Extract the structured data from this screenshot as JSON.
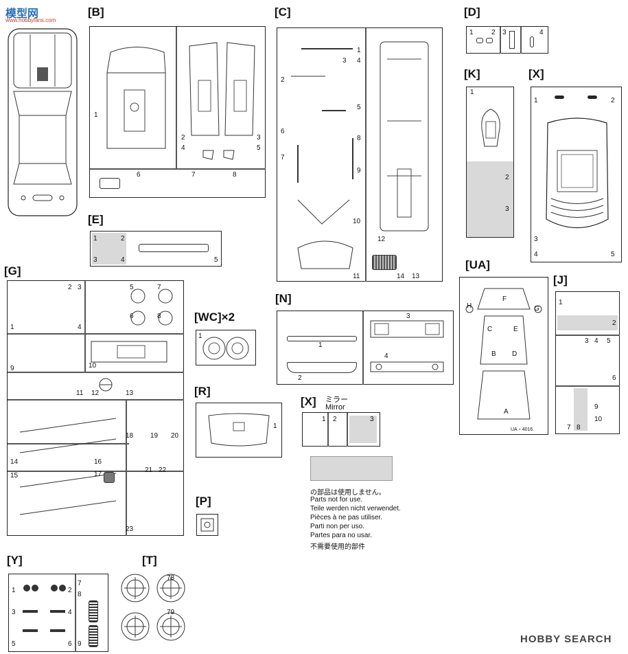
{
  "watermark_top": {
    "text": "模型网",
    "url": "www.hobbyfans.com"
  },
  "watermark_bottom": "HOBBY SEARCH",
  "sprues": {
    "B": {
      "label": "[B]",
      "parts": [
        "1",
        "2",
        "3",
        "4",
        "5",
        "6",
        "7",
        "8"
      ]
    },
    "C": {
      "label": "[C]",
      "parts": [
        "1",
        "2",
        "3",
        "4",
        "5",
        "6",
        "7",
        "8",
        "9",
        "10",
        "11",
        "12",
        "13",
        "14"
      ]
    },
    "D": {
      "label": "[D]",
      "parts": [
        "1",
        "2",
        "3",
        "4"
      ]
    },
    "K": {
      "label": "[K]",
      "parts": [
        "1",
        "2",
        "3"
      ]
    },
    "X": {
      "label": "[X]",
      "parts": [
        "1",
        "2",
        "3",
        "4",
        "5"
      ]
    },
    "E": {
      "label": "[E]",
      "parts": [
        "1",
        "2",
        "3",
        "4",
        "5"
      ]
    },
    "G": {
      "label": "[G]",
      "parts": [
        "1",
        "2",
        "3",
        "4",
        "5",
        "6",
        "7",
        "8",
        "9",
        "10",
        "11",
        "12",
        "13",
        "14",
        "15",
        "16",
        "17",
        "18",
        "19",
        "20",
        "21",
        "22",
        "23"
      ]
    },
    "WC": {
      "label": "[WC]×2",
      "parts": [
        "1"
      ]
    },
    "N": {
      "label": "[N]",
      "parts": [
        "1",
        "2",
        "3",
        "4"
      ]
    },
    "UA": {
      "label": "[UA]",
      "parts": [
        "A",
        "B",
        "C",
        "D",
        "E",
        "F",
        "G",
        "H"
      ]
    },
    "J": {
      "label": "[J]",
      "parts": [
        "1",
        "2",
        "3",
        "4",
        "5",
        "6",
        "7",
        "8",
        "9",
        "10"
      ]
    },
    "R": {
      "label": "[R]",
      "parts": [
        "1"
      ]
    },
    "X2": {
      "label": "[X]",
      "subtitle_jp": "ミラー",
      "subtitle_en": "Mirror",
      "parts": [
        "1",
        "2",
        "3"
      ]
    },
    "P": {
      "label": "[P]"
    },
    "Y": {
      "label": "[Y]",
      "parts": [
        "1",
        "2",
        "3",
        "4",
        "5",
        "6",
        "7",
        "8",
        "9"
      ]
    },
    "T": {
      "label": "[T]",
      "parts": [
        "78",
        "79"
      ]
    }
  },
  "not_used_notes": [
    "の部品は使用しません。",
    "Parts not for use.",
    "Teile werden nicht verwendet.",
    "Pièces à ne pas utiliser.",
    "Parti non per uso.",
    "Partes para no usar.",
    "不需要使用的部件"
  ],
  "ua_sheet_code": "UA・4016"
}
